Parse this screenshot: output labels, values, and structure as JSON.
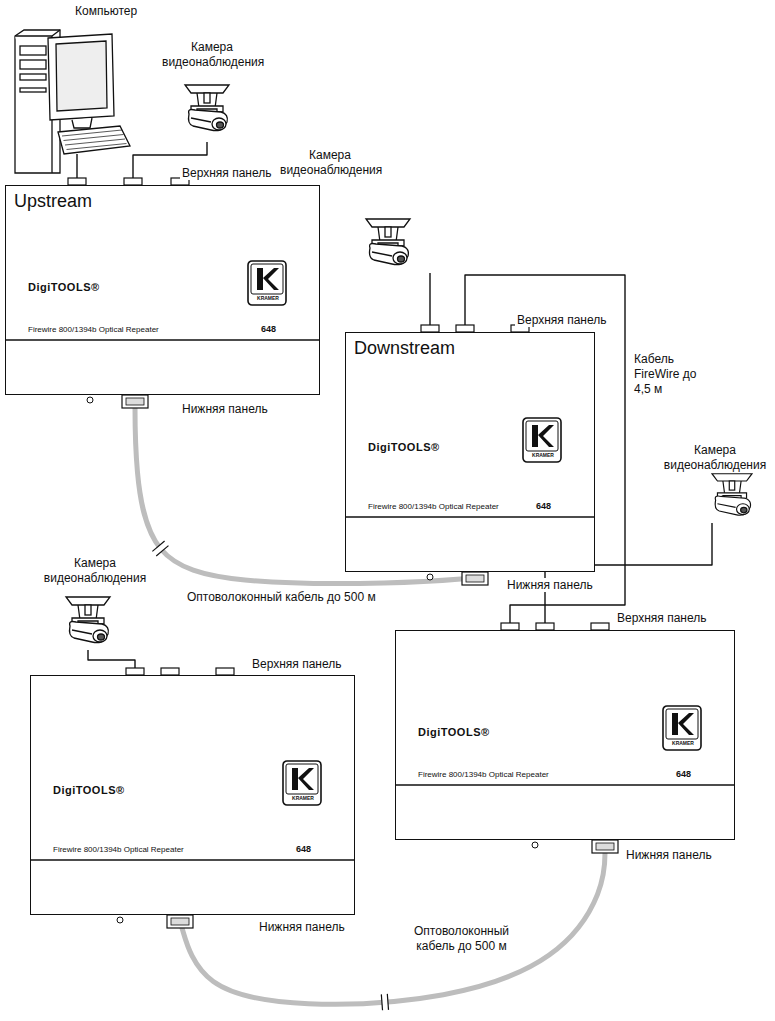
{
  "diagram": {
    "nodes": [
      {
        "text": [
          "Компьютер"
        ]
      },
      {
        "text": [
          "Камера видеонаблюдения"
        ]
      },
      {
        "text": [
          "Upstream",
          "DigiTOOLS®",
          "Firewire 800/1394b Optical Repeater",
          "648",
          "KRAMER"
        ]
      },
      {
        "text": [
          "Камера видеонаблюдения"
        ]
      },
      {
        "text": [
          "Downstream",
          "DigiTOOLS®",
          "Firewire 800/1394b Optical Repeater",
          "648",
          "KRAMER"
        ]
      },
      {
        "text": [
          "Камера видеонаблюдения"
        ]
      },
      {
        "text": [
          "Камера видеонаблюдения"
        ]
      },
      {
        "text": [
          "DigiTOOLS®",
          "Firewire 800/1394b Optical Repeater",
          "648",
          "KRAMER"
        ]
      },
      {
        "text": [
          "DigiTOOLS®",
          "Firewire 800/1394b Optical Repeater",
          "648",
          "KRAMER"
        ]
      }
    ],
    "edges": [
      {
        "from": 0,
        "to": 2,
        "arrow": "none"
      },
      {
        "from": 1,
        "to": 2,
        "arrow": "none"
      },
      {
        "from": 2,
        "to": 4,
        "label": "Оптоволоконный кабель до 500 м",
        "arrow": "none"
      },
      {
        "from": 3,
        "to": 4,
        "arrow": "none"
      },
      {
        "from": 4,
        "to": 7,
        "label": "Кабель FireWire до 4,5 м",
        "arrow": "none"
      },
      {
        "from": 5,
        "to": 7,
        "arrow": "none"
      },
      {
        "from": 7,
        "to": 8,
        "label": "Оптоволоконный кабель до 500 м",
        "arrow": "none"
      },
      {
        "from": 6,
        "to": 8,
        "arrow": "none"
      }
    ],
    "labels": [
      "Верхняя панель",
      "Верхняя панель",
      "Верхняя панель",
      "Верхняя панель",
      "Нижняя панель",
      "Нижняя панель",
      "Нижняя панель",
      "Нижняя панель"
    ]
  }
}
